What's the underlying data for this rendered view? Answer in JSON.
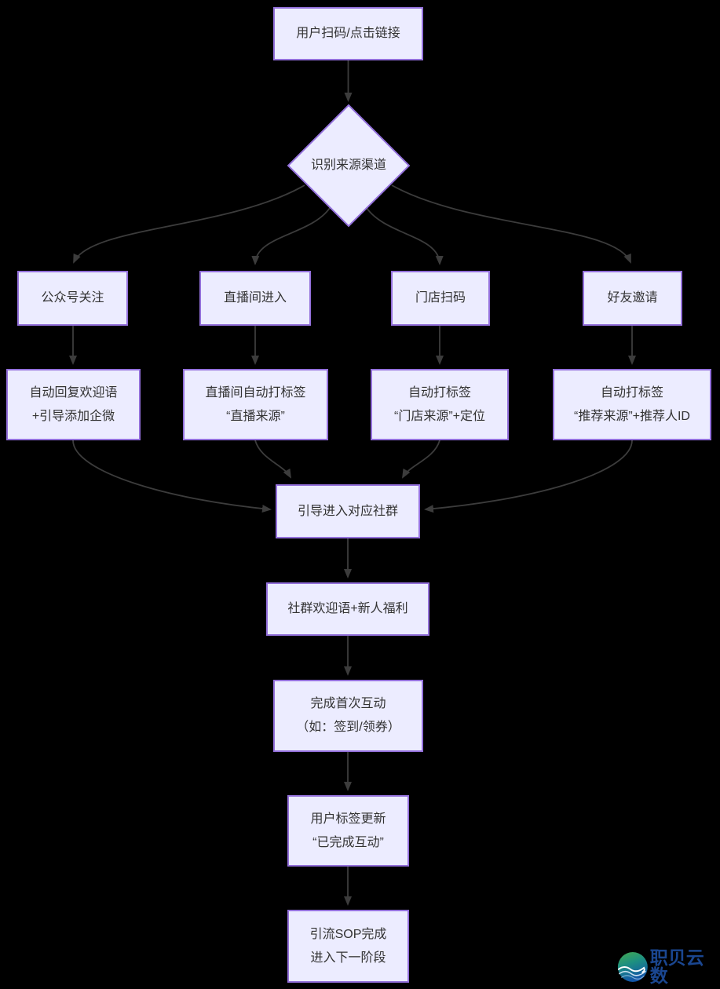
{
  "theme": {
    "background": "#000000",
    "node_fill": "#ECECFF",
    "node_border": "#9370DB",
    "edge_color": "#3c3c3c",
    "text_color": "#333333",
    "logo_text_color": "#1a4690"
  },
  "nodes": {
    "start": {
      "lines": [
        "用户扫码/点击链接"
      ]
    },
    "decision": {
      "lines": [
        "识别来源渠道"
      ]
    },
    "b1": {
      "lines": [
        "公众号关注"
      ]
    },
    "b2": {
      "lines": [
        "直播间进入"
      ]
    },
    "b3": {
      "lines": [
        "门店扫码"
      ]
    },
    "b4": {
      "lines": [
        "好友邀请"
      ]
    },
    "c1": {
      "lines": [
        "自动回复欢迎语",
        "+引导添加企微"
      ]
    },
    "c2": {
      "lines": [
        "直播间自动打标签",
        "“直播来源”"
      ]
    },
    "c3": {
      "lines": [
        "自动打标签",
        "“门店来源”+定位"
      ]
    },
    "c4": {
      "lines": [
        "自动打标签",
        "“推荐来源”+推荐人ID"
      ]
    },
    "d": {
      "lines": [
        "引导进入对应社群"
      ]
    },
    "e": {
      "lines": [
        "社群欢迎语+新人福利"
      ]
    },
    "f": {
      "lines": [
        "完成首次互动",
        "（如：签到/领券）"
      ]
    },
    "g": {
      "lines": [
        "用户标签更新",
        "“已完成互动”"
      ]
    },
    "h": {
      "lines": [
        "引流SOP完成",
        "进入下一阶段"
      ]
    }
  },
  "edges": [
    {
      "from": "start",
      "to": "decision"
    },
    {
      "from": "decision",
      "to": "b1"
    },
    {
      "from": "decision",
      "to": "b2"
    },
    {
      "from": "decision",
      "to": "b3"
    },
    {
      "from": "decision",
      "to": "b4"
    },
    {
      "from": "b1",
      "to": "c1"
    },
    {
      "from": "b2",
      "to": "c2"
    },
    {
      "from": "b3",
      "to": "c3"
    },
    {
      "from": "b4",
      "to": "c4"
    },
    {
      "from": "c1",
      "to": "d"
    },
    {
      "from": "c2",
      "to": "d"
    },
    {
      "from": "c3",
      "to": "d"
    },
    {
      "from": "c4",
      "to": "d"
    },
    {
      "from": "d",
      "to": "e"
    },
    {
      "from": "e",
      "to": "f"
    },
    {
      "from": "f",
      "to": "g"
    },
    {
      "from": "g",
      "to": "h"
    }
  ],
  "watermark": {
    "text": "职贝云数"
  }
}
